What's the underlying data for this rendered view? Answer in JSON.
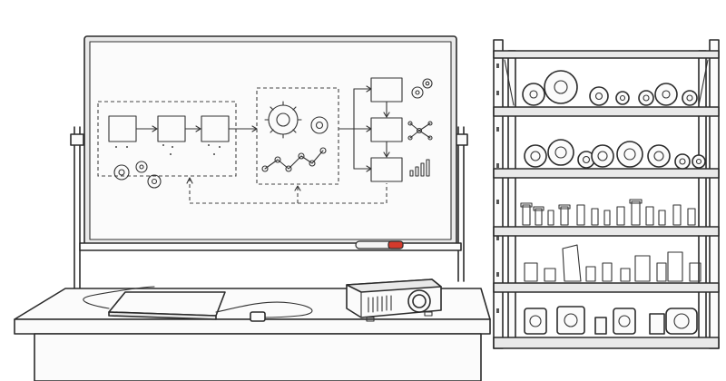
{
  "scene": {
    "description_visible_text": "",
    "marker_color": "#d33a2c"
  },
  "objects": {
    "whiteboard": {
      "icon": "whiteboard"
    },
    "flowchart": {
      "icon": "flowchart"
    },
    "shelving": {
      "icon": "metal-shelving-unit"
    },
    "desk": {
      "icon": "table"
    },
    "laptop": {
      "icon": "closed-laptop"
    },
    "projector": {
      "icon": "projector"
    }
  }
}
